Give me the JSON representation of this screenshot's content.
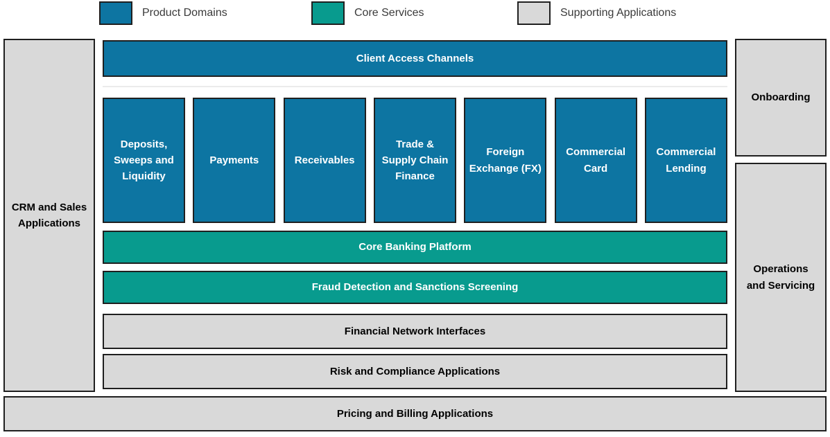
{
  "legend": {
    "product_domains_label": "Product Domains",
    "core_services_label": "Core Services",
    "supporting_applications_label": "Supporting Applications"
  },
  "colors": {
    "product_domain": "#0d75a2",
    "core_service": "#089b8e",
    "supporting_application": "#d9d9d9",
    "border": "#1f1f1f"
  },
  "left_column": {
    "crm_label": "CRM and Sales Applications"
  },
  "center": {
    "client_access_channels": "Client Access Channels",
    "product_domains": [
      "Deposits, Sweeps and Liquidity",
      "Payments",
      "Receivables",
      "Trade & Supply Chain Finance",
      "Foreign Exchange (FX)",
      "Commercial Card",
      "Commercial Lending"
    ],
    "core_services": [
      "Core Banking Platform",
      "Fraud Detection and Sanctions Screening"
    ],
    "supporting_applications": [
      "Financial Network Interfaces",
      "Risk and Compliance Applications"
    ]
  },
  "right_column": {
    "onboarding_label": "Onboarding",
    "operations_servicing_label": "Operations and Servicing"
  },
  "bottom": {
    "pricing_billing_label": "Pricing and Billing Applications"
  }
}
